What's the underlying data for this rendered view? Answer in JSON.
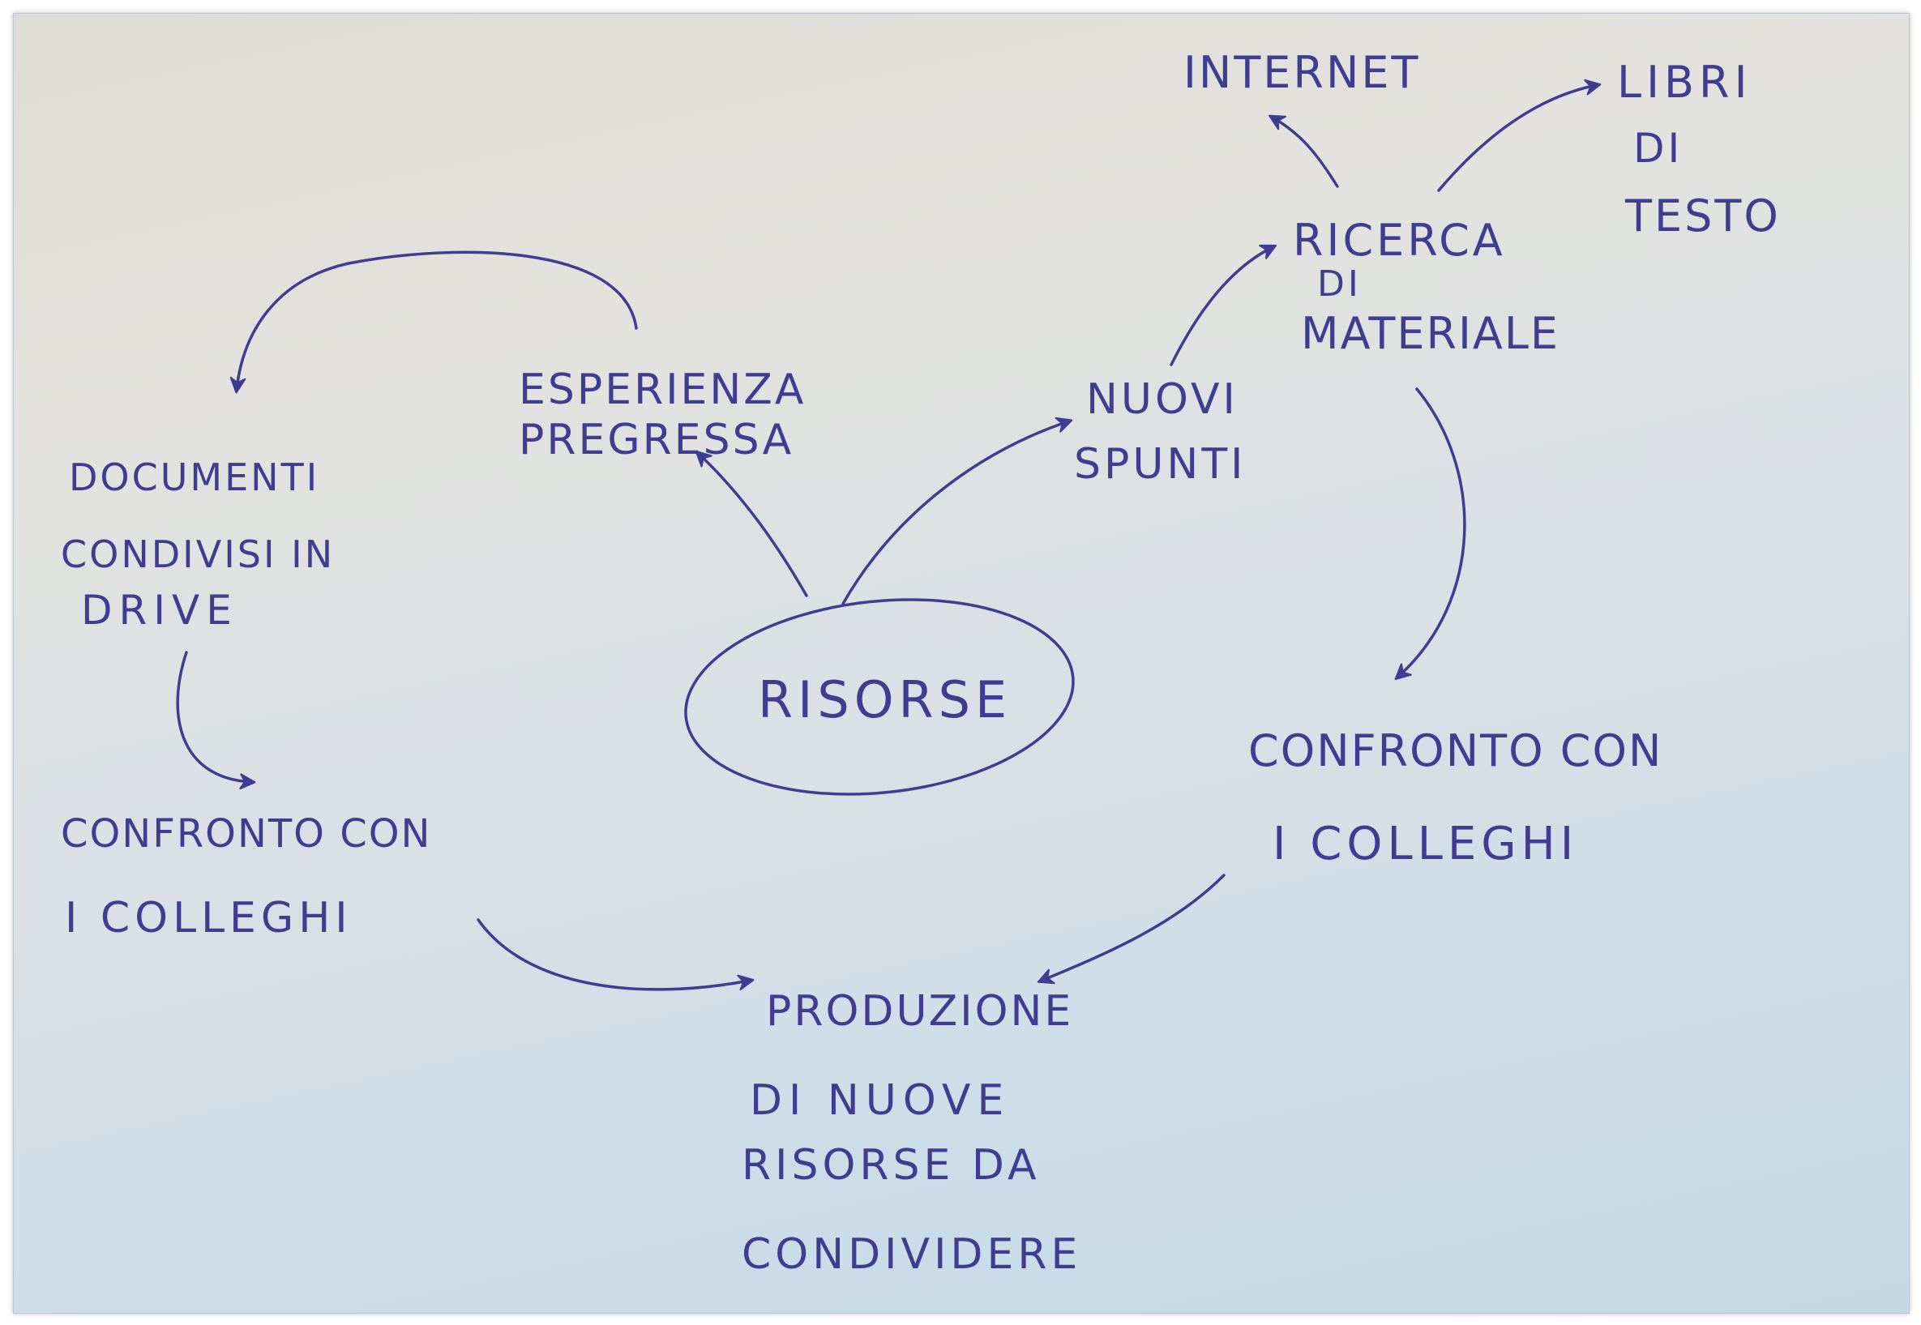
{
  "diagram": {
    "center": {
      "label": "RISORSE"
    },
    "nodes": {
      "esperienza": {
        "line1": "ESPERIENZA",
        "line2": "PREGRESSA"
      },
      "nuovi": {
        "line1": "NUOVI",
        "line2": "SPUNTI"
      },
      "ricerca": {
        "line1": "RICERCA",
        "line2": "DI",
        "line3": "MATERIALE"
      },
      "internet": {
        "line1": "INTERNET"
      },
      "libri": {
        "line1": "LIBRI",
        "line2": "DI",
        "line3": "TESTO"
      },
      "documenti": {
        "line1": "DOCUMENTI",
        "line2": "CONDIVISI IN",
        "line3": "DRIVE"
      },
      "confronto_left": {
        "line1": "CONFRONTO CON",
        "line2": "I COLLEGHI"
      },
      "confronto_right": {
        "line1": "CONFRONTO CON",
        "line2": "I COLLEGHI"
      },
      "produzione": {
        "line1": "PRODUZIONE",
        "line2": "DI NUOVE",
        "line3": "RISORSE DA",
        "line4": "CONDIVIDERE"
      }
    },
    "edges": [
      {
        "from": "RISORSE",
        "to": "ESPERIENZA PREGRESSA"
      },
      {
        "from": "RISORSE",
        "to": "NUOVI SPUNTI"
      },
      {
        "from": "ESPERIENZA PREGRESSA",
        "to": "DOCUMENTI CONDIVISI IN DRIVE"
      },
      {
        "from": "DOCUMENTI CONDIVISI IN DRIVE",
        "to": "CONFRONTO CON I COLLEGHI"
      },
      {
        "from": "CONFRONTO CON I COLLEGHI",
        "to": "PRODUZIONE DI NUOVE RISORSE DA CONDIVIDERE"
      },
      {
        "from": "NUOVI SPUNTI",
        "to": "RICERCA DI MATERIALE"
      },
      {
        "from": "RICERCA DI MATERIALE",
        "to": "INTERNET"
      },
      {
        "from": "RICERCA DI MATERIALE",
        "to": "LIBRI DI TESTO"
      },
      {
        "from": "RICERCA DI MATERIALE",
        "to": "CONFRONTO CON I COLLEGHI"
      },
      {
        "from": "CONFRONTO CON I COLLEGHI",
        "to": "PRODUZIONE DI NUOVE RISORSE DA CONDIVIDERE"
      }
    ]
  },
  "colors": {
    "ink": "#3f3c92",
    "paper_top": "#e3e2de",
    "paper_bottom": "#c3d9e6"
  }
}
